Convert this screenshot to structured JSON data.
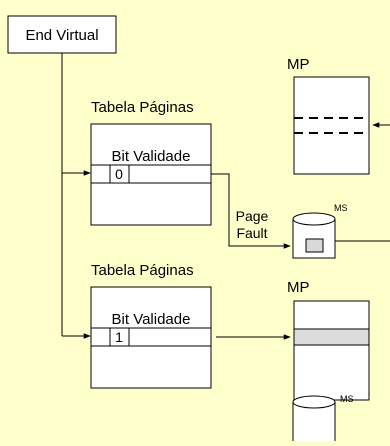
{
  "colors": {
    "background": "#ffffcc",
    "stroke": "#000000",
    "box_fill": "#ffffff",
    "page_highlight": "#dcdcdc",
    "disk_block": "#d9d9d9"
  },
  "virtual_address": {
    "label": "End Virtual"
  },
  "page_table_1": {
    "title": "Tabela Páginas",
    "bit_header": "Bit Validade",
    "bit_value": "0"
  },
  "page_table_2": {
    "title": "Tabela Páginas",
    "bit_header": "Bit Validade",
    "bit_value": "1"
  },
  "page_fault": {
    "line1": "Page",
    "line2": "Fault"
  },
  "main_memory_1": {
    "label": "MP"
  },
  "main_memory_2": {
    "label": "MP"
  },
  "secondary_memory_1": {
    "label": "MS"
  },
  "secondary_memory_2": {
    "label": "MS"
  }
}
